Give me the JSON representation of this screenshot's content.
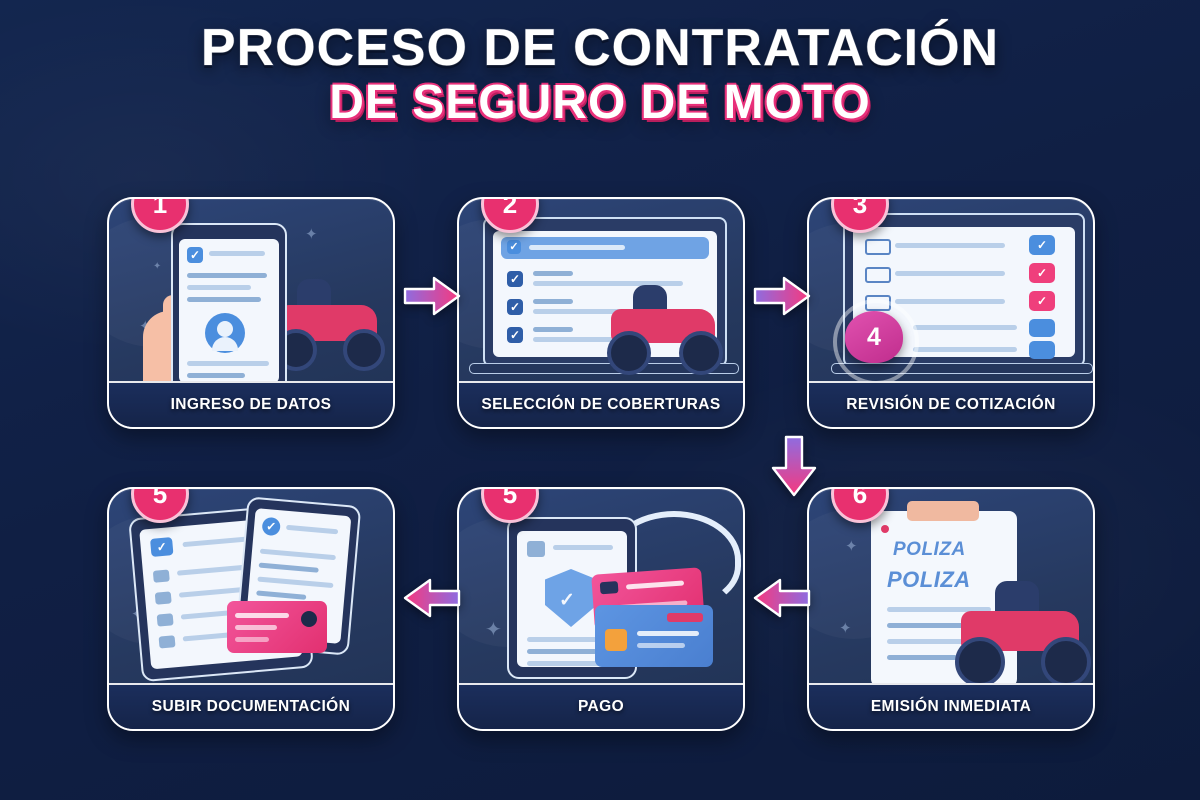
{
  "title": {
    "line1": "PROCESO DE CONTRATACIÓN",
    "line2": "DE SEGURO DE MOTO"
  },
  "colors": {
    "background": "#10224a",
    "card_fill": "#2d4578",
    "card_border": "#ffffff",
    "badge_pink": "#e8306f",
    "accent_pink": "#e8307a",
    "accent_purple": "#9a6ce0",
    "label_bar": "#1b2e5c"
  },
  "steps": [
    {
      "number": "1",
      "label": "INGRESO DE DATOS",
      "art": "hand-holding-phone-form-with-motorcycle",
      "badge_name": "step-badge-1"
    },
    {
      "number": "2",
      "label": "SELECCIÓN DE COBERTURAS",
      "art": "laptop-checklist-with-motorcycle",
      "badge_name": "step-badge-2"
    },
    {
      "number": "3",
      "label": "REVISIÓN DE COTIZACIÓN",
      "art": "laptop-quote-checklist-with-piggy-bank",
      "badge_name": "step-badge-3",
      "inner_badge": "4"
    },
    {
      "number": "5",
      "label": "SUBIR DOCUMENTACIÓN",
      "art": "two-documents-with-id-card",
      "badge_name": "step-badge-5a"
    },
    {
      "number": "5",
      "label": "PAGO",
      "art": "phone-with-shield-and-credit-cards",
      "badge_name": "step-badge-5b"
    },
    {
      "number": "6",
      "label": "EMISIÓN INMEDIATA",
      "art": "clipboard-policy-with-motorcycle",
      "badge_name": "step-badge-6",
      "document_text": [
        "POLIZA",
        "POLIZA"
      ]
    }
  ],
  "arrows": [
    {
      "name": "arrow-step1-to-step2",
      "direction": "right"
    },
    {
      "name": "arrow-step2-to-step3",
      "direction": "right"
    },
    {
      "name": "arrow-step3-to-step6",
      "direction": "down"
    },
    {
      "name": "arrow-step6-to-step5-pago",
      "direction": "left"
    },
    {
      "name": "arrow-pago-to-subir-documentacion",
      "direction": "left"
    }
  ]
}
